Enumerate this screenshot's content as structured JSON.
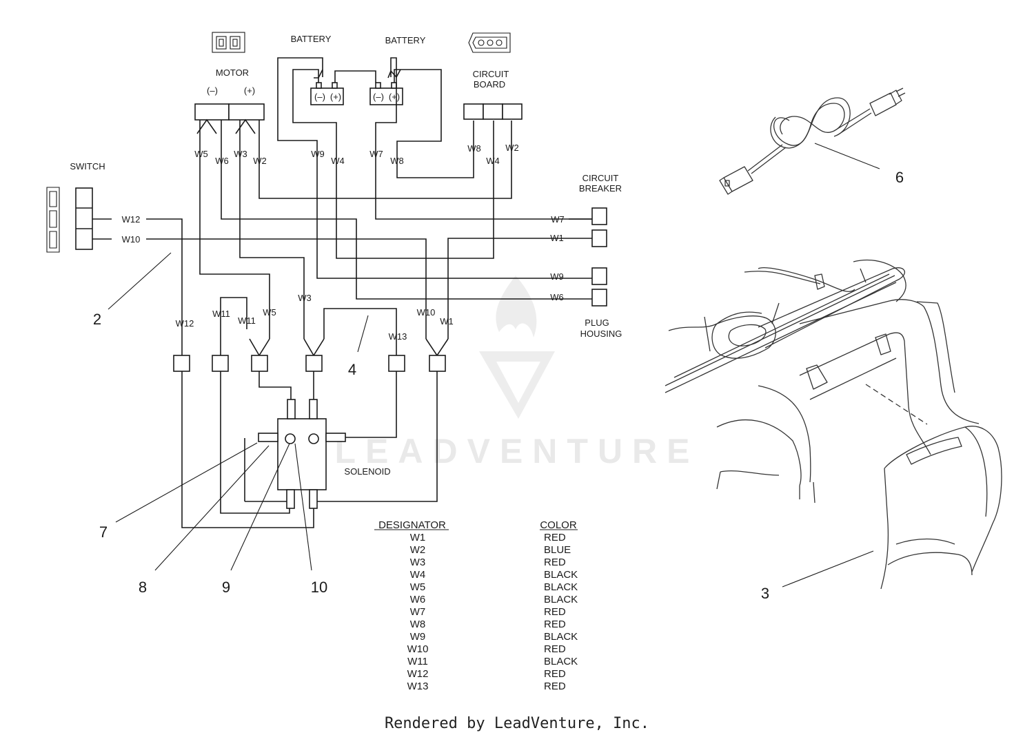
{
  "labels": {
    "battery_left": "BATTERY",
    "battery_right": "BATTERY",
    "motor": "MOTOR",
    "motor_minus": "(–)",
    "motor_plus": "(+)",
    "batt_minus": "(–)",
    "batt_plus": "(+)",
    "circuit_board_1": "CIRCUIT",
    "circuit_board_2": "BOARD",
    "switch": "SWITCH",
    "circuit_breaker_1": "CIRCUIT",
    "circuit_breaker_2": "BREAKER",
    "plug_housing_1": "PLUG",
    "plug_housing_2": "HOUSING",
    "solenoid": "SOLENOID"
  },
  "wire_labels": {
    "w5_top": "W5",
    "w6_top": "W6",
    "w3_top": "W3",
    "w2_top": "W2",
    "w9_top": "W9",
    "w4_top": "W4",
    "w7_top": "W7",
    "w8_top": "W8",
    "w8_board": "W8",
    "w4_board": "W4",
    "w2_board": "W2",
    "w12_sw": "W12",
    "w10_sw": "W10",
    "w7_cb": "W7",
    "w1_cb": "W1",
    "w9_ph": "W9",
    "w6_ph": "W6",
    "w12_low": "W12",
    "w11_a": "W11",
    "w11_b": "W11",
    "w5_low": "W5",
    "w3_low": "W3",
    "w13_low": "W13",
    "w10_low": "W10",
    "w1_low": "W1"
  },
  "callouts": [
    "2",
    "4",
    "7",
    "8",
    "9",
    "10",
    "6",
    "3"
  ],
  "table": {
    "header_designator": "DESIGNATOR",
    "header_color": "COLOR",
    "rows": [
      {
        "designator": "W1",
        "color": "RED"
      },
      {
        "designator": "W2",
        "color": "BLUE"
      },
      {
        "designator": "W3",
        "color": "RED"
      },
      {
        "designator": "W4",
        "color": "BLACK"
      },
      {
        "designator": "W5",
        "color": "BLACK"
      },
      {
        "designator": "W6",
        "color": "BLACK"
      },
      {
        "designator": "W7",
        "color": "RED"
      },
      {
        "designator": "W8",
        "color": "RED"
      },
      {
        "designator": "W9",
        "color": "BLACK"
      },
      {
        "designator": "W10",
        "color": "RED"
      },
      {
        "designator": "W11",
        "color": "BLACK"
      },
      {
        "designator": "W12",
        "color": "RED"
      },
      {
        "designator": "W13",
        "color": "RED"
      }
    ]
  },
  "watermark": "LEADVENTURE",
  "footer": "Rendered by LeadVenture, Inc."
}
